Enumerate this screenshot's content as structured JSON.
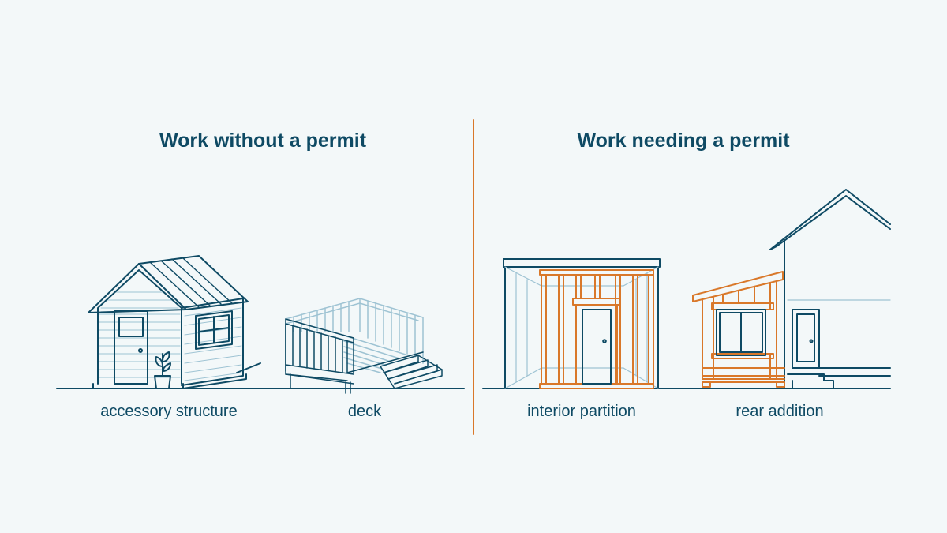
{
  "headings": {
    "left": "Work without a permit",
    "right": "Work needing a permit"
  },
  "captions": {
    "shed": "accessory structure",
    "deck": "deck",
    "partition": "interior partition",
    "addition": "rear addition"
  },
  "colors": {
    "background": "#f3f8f9",
    "primary": "#0e4a64",
    "light": "#9ec3d3",
    "accent": "#d9782a"
  }
}
